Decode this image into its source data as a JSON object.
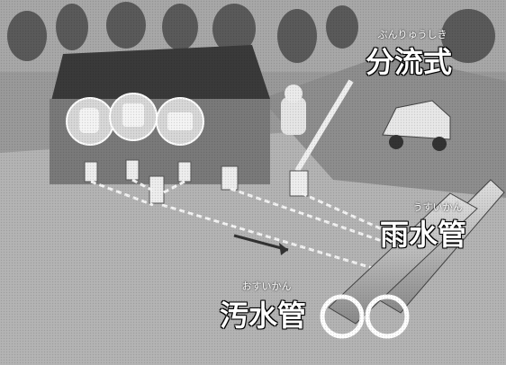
{
  "diagram": {
    "system_title": {
      "text": "分流式",
      "ruby": "ぶんりゅうしき"
    },
    "storm_pipe": {
      "text": "雨水管",
      "ruby": "うすいかん"
    },
    "sewage_pipe": {
      "text": "汚水管",
      "ruby": "おすいかん"
    }
  },
  "colors": {
    "background": "#9a9a9a",
    "ground": "#b4b4b4",
    "house_roof": "#3a3a3a",
    "house_wall": "#7a7a7a",
    "pipe": "#c8c8c8",
    "caption": "#ffffff"
  }
}
